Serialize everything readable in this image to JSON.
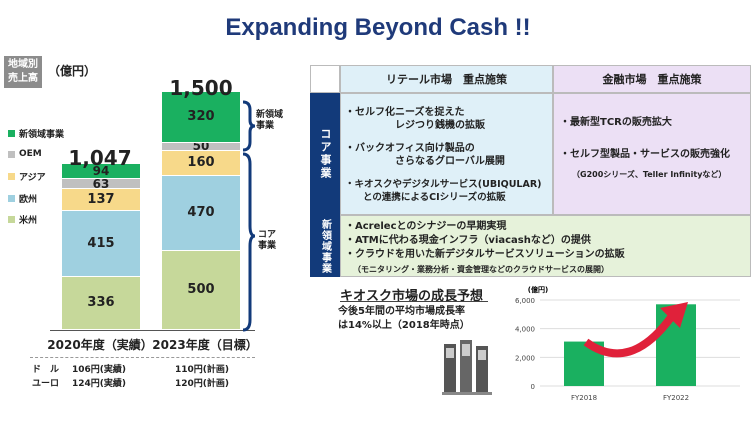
{
  "title": "Expanding Beyond Cash !!",
  "region_badge": [
    "地域別",
    "売上高"
  ],
  "unit": "（億円）",
  "legend": [
    {
      "label": "新領域事業",
      "color": "#1ab060"
    },
    {
      "label": "OEM",
      "color": "#c0c0c0"
    },
    {
      "label": "アジア",
      "color": "#f7d98a"
    },
    {
      "label": "欧州",
      "color": "#9fd0e0"
    },
    {
      "label": "米州",
      "color": "#c6d89a"
    }
  ],
  "chart_data": [
    {
      "type": "bar",
      "stacked": true,
      "categories": [
        "2020年度（実績）",
        "2023年度（目標）"
      ],
      "series": [
        {
          "name": "米州",
          "values": [
            336,
            500
          ],
          "color": "#c6d89a"
        },
        {
          "name": "欧州",
          "values": [
            415,
            470
          ],
          "color": "#9fd0e0"
        },
        {
          "name": "アジア",
          "values": [
            137,
            160
          ],
          "color": "#f7d98a"
        },
        {
          "name": "OEM",
          "values": [
            63,
            50
          ],
          "color": "#c0c0c0"
        },
        {
          "name": "新領域事業",
          "values": [
            94,
            320
          ],
          "color": "#1ab060"
        }
      ],
      "totals": [
        "1,047",
        "1,500"
      ]
    },
    {
      "type": "bar",
      "title": "キオスク市場の成長予想",
      "ylabel": "(億円)",
      "categories": [
        "FY2018",
        "FY2022"
      ],
      "values": [
        3100,
        5700
      ],
      "ylim": [
        0,
        6000
      ],
      "yticks": [
        "0",
        "2,000",
        "4,000",
        "6,000"
      ]
    }
  ],
  "fx": {
    "dollar_label": "ド　ル",
    "euro_label": "ユーロ",
    "dollar": [
      "106円(実績)",
      "110円(計画)"
    ],
    "euro": [
      "124円(実績)",
      "120円(計画)"
    ]
  },
  "brace_labels": {
    "new": [
      "新領域",
      "事業"
    ],
    "core": [
      "コア",
      "事業"
    ]
  },
  "table": {
    "col1": "リテール市場　重点施策",
    "col2": "金融市場　重点施策",
    "core_label": "コア事業",
    "new_label": "新領域事業",
    "retail_items": [
      [
        "・セルフ化ニーズを捉えた",
        "レジつり銭機の拡販"
      ],
      [
        "・バックオフィス向け製品の",
        "さらなるグローバル展開"
      ],
      [
        "・キオスクやデジタルサービス(UBIQULAR)",
        "との連携によるCIシリーズの拡販"
      ]
    ],
    "finance_items": [
      "・最新型TCRの販売拡大",
      "・セルフ型製品・サービスの販売強化",
      "（G200シリーズ、Teller Infinityなど）"
    ],
    "new_items": [
      "・Acrelecとのシナジーの早期実現",
      "・ATMに代わる現金インフラ（viacashなど）の提供",
      "・クラウドを用いた新デジタルサービスソリューションの拡販",
      "（モニタリング・業務分析・資金管理などのクラウドサービスの展開）"
    ]
  },
  "kiosk": {
    "title": "キオスク市場の成長予想",
    "desc": [
      "今後5年間の平均市場成長率",
      "は14%以上（2018年時点）"
    ]
  },
  "colors": {
    "navy": "#123a7a",
    "retail_bg": "#dff0f8",
    "finance_bg": "#ece0f5",
    "new_bg": "#e6f2da",
    "accent_red": "#e0213a"
  }
}
